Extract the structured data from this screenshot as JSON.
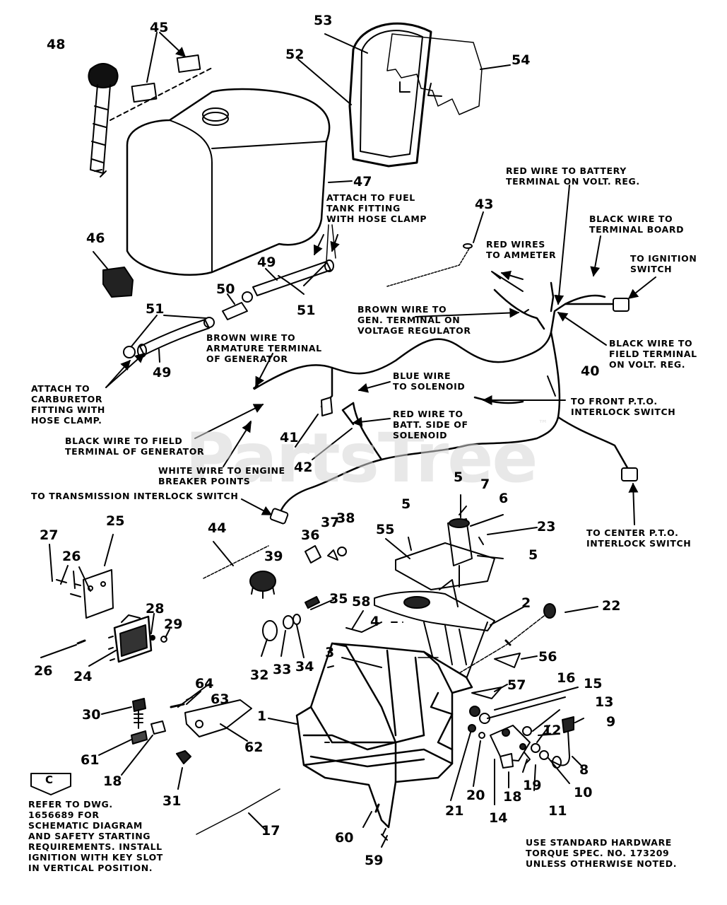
{
  "watermark": {
    "text": "PartsTree",
    "mark": "™"
  },
  "callouts": {
    "n1": "1",
    "n2": "2",
    "n3": "3",
    "n4": "4",
    "n5a": "5",
    "n5b": "5",
    "n5c": "5",
    "n6": "6",
    "n7": "7",
    "n8": "8",
    "n9": "9",
    "n10": "10",
    "n11": "11",
    "n12": "12",
    "n13": "13",
    "n14": "14",
    "n15": "15",
    "n16": "16",
    "n17": "17",
    "n18a": "18",
    "n18b": "18",
    "n19": "19",
    "n20": "20",
    "n21": "21",
    "n22": "22",
    "n23": "23",
    "n24": "24",
    "n25": "25",
    "n26a": "26",
    "n26b": "26",
    "n27": "27",
    "n28": "28",
    "n29": "29",
    "n30": "30",
    "n31": "31",
    "n32": "32",
    "n33": "33",
    "n34": "34",
    "n35": "35",
    "n36": "36",
    "n37": "37",
    "n38": "38",
    "n39": "39",
    "n40": "40",
    "n41": "41",
    "n42": "42",
    "n43": "43",
    "n44": "44",
    "n45": "45",
    "n46": "46",
    "n47": "47",
    "n48": "48",
    "n49a": "49",
    "n49b": "49",
    "n50": "50",
    "n51a": "51",
    "n51b": "51",
    "n52": "52",
    "n53": "53",
    "n54": "54",
    "n55": "55",
    "n56": "56",
    "n57": "57",
    "n58": "58",
    "n59": "59",
    "n60": "60",
    "n61": "61",
    "n62": "62",
    "n63": "63",
    "n64": "64"
  },
  "notes": {
    "fuel_fitting": [
      "ATTACH TO FUEL",
      "TANK FITTING",
      "WITH HOSE CLAMP"
    ],
    "red_battery": [
      "RED WIRE TO BATTERY",
      "TERMINAL ON VOLT. REG."
    ],
    "black_board": [
      "BLACK WIRE TO",
      "TERMINAL BOARD"
    ],
    "red_ammeter": [
      "RED WIRES",
      "TO AMMETER"
    ],
    "ignition": [
      "TO IGNITION",
      "SWITCH"
    ],
    "brown_gen": [
      "BROWN WIRE TO",
      "GEN. TERMINAL ON",
      "VOLTAGE REGULATOR"
    ],
    "black_field_reg": [
      "BLACK WIRE TO",
      "FIELD TERMINAL",
      "ON VOLT. REG."
    ],
    "brown_armature": [
      "BROWN WIRE TO",
      "ARMATURE TERMINAL",
      "OF GENERATOR"
    ],
    "blue_solenoid": [
      "BLUE WIRE",
      "TO SOLENOID"
    ],
    "front_pto": [
      "TO FRONT P.T.O.",
      "INTERLOCK SWITCH"
    ],
    "carb": [
      "ATTACH TO",
      "CARBURETOR",
      "FITTING WITH",
      "HOSE CLAMP."
    ],
    "red_batt": [
      "RED WIRE TO",
      "BATT. SIDE OF",
      "SOLENOID"
    ],
    "black_field_gen": [
      "BLACK WIRE TO FIELD",
      "TERMINAL OF GENERATOR"
    ],
    "white_engine": [
      "WHITE WIRE TO ENGINE",
      "BREAKER POINTS"
    ],
    "trans": [
      "TO TRANSMISSION INTERLOCK SWITCH"
    ],
    "center_pto": [
      "TO CENTER P.T.O.",
      "INTERLOCK SWITCH"
    ],
    "refer_box": "C",
    "refer": [
      "REFER TO DWG.",
      "1656689 FOR",
      "SCHEMATIC DIAGRAM",
      "AND SAFETY STARTING",
      "REQUIREMENTS. INSTALL",
      "IGNITION WITH KEY SLOT",
      "IN VERTICAL POSITION."
    ],
    "torque": [
      "USE STANDARD HARDWARE",
      "TORQUE SPEC. NO. 173209",
      "UNLESS OTHERWISE NOTED."
    ]
  }
}
